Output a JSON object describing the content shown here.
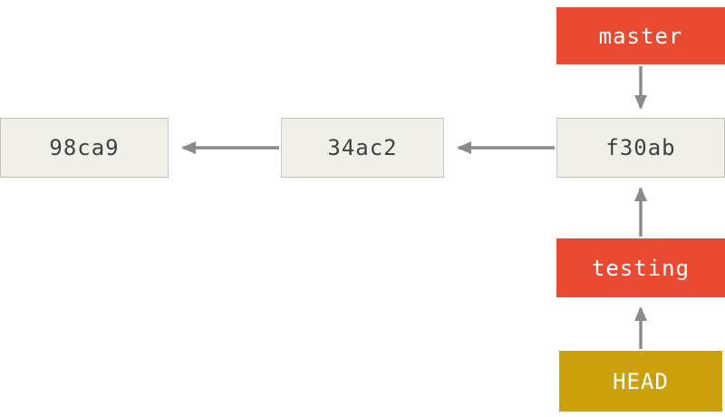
{
  "diagram": {
    "title": "git branch pointers diagram",
    "colors": {
      "background": "#ffffff",
      "commit_fill": "#f1f0e8",
      "commit_border": "#c4c3ba",
      "commit_text": "#404040",
      "branch_fill": "#e84b31",
      "head_fill": "#cda10e",
      "ref_text": "#ffffff",
      "arrow": "#8a8a87"
    },
    "commits": [
      {
        "id": "98ca9"
      },
      {
        "id": "34ac2"
      },
      {
        "id": "f30ab"
      }
    ],
    "refs": [
      {
        "label": "master",
        "type": "branch",
        "points_to": "f30ab"
      },
      {
        "label": "testing",
        "type": "branch",
        "points_to": "f30ab"
      },
      {
        "label": "HEAD",
        "type": "head",
        "points_to": "testing"
      }
    ],
    "edges": [
      {
        "from": "34ac2",
        "to": "98ca9"
      },
      {
        "from": "f30ab",
        "to": "34ac2"
      },
      {
        "from": "master",
        "to": "f30ab"
      },
      {
        "from": "testing",
        "to": "f30ab"
      },
      {
        "from": "HEAD",
        "to": "testing"
      }
    ]
  }
}
